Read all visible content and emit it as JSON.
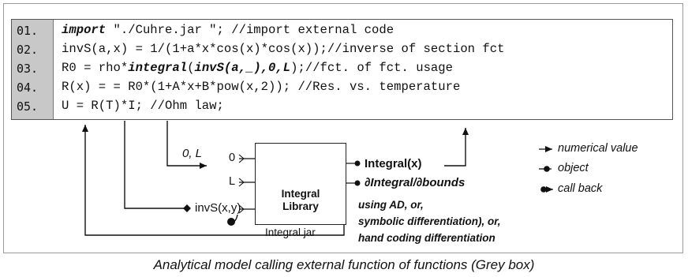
{
  "code": {
    "line_numbers": [
      "01.",
      "02.",
      "03.",
      "04.",
      "05."
    ],
    "lines": [
      [
        {
          "text": "import",
          "style": "bi"
        },
        {
          "text": " \"./Cuhre.jar \"; //import external code",
          "style": "n"
        }
      ],
      [
        {
          "text": "invS(a,x) = 1/(1+a*x*cos(x)*cos(x));//inverse of section fct",
          "style": "n"
        }
      ],
      [
        {
          "text": "R0 = rho*",
          "style": "n"
        },
        {
          "text": "integral",
          "style": "bi"
        },
        {
          "text": "(",
          "style": "n"
        },
        {
          "text": "invS(a,_),0,L",
          "style": "bi"
        },
        {
          "text": ");//fct. of fct. usage",
          "style": "n"
        }
      ],
      [
        {
          "text": "R(x) = = R0*(1+A*x+B*pow(x,2)); //Res. vs. temperature",
          "style": "n"
        }
      ],
      [
        {
          "text": "U = R(T)*I; //Ohm law;",
          "style": "n"
        }
      ]
    ]
  },
  "library": {
    "title_line1": "Integral",
    "title_line2": "Library",
    "file": "Integral.jar",
    "icon": "chip-icon"
  },
  "ports": {
    "in_0": "0",
    "in_L": "L",
    "in_invS": "invS(x,y)",
    "wire_label": "0, L",
    "out_integral": "Integral(x)",
    "out_derivative": "∂Integral/∂bounds",
    "methods": [
      "using AD, or,",
      "symbolic differentiation), or,",
      "hand coding differentiation"
    ]
  },
  "legend": {
    "numerical": "numerical value",
    "object": "object",
    "callback": "call back"
  },
  "caption": "Analytical model calling external function of functions (Grey box)"
}
